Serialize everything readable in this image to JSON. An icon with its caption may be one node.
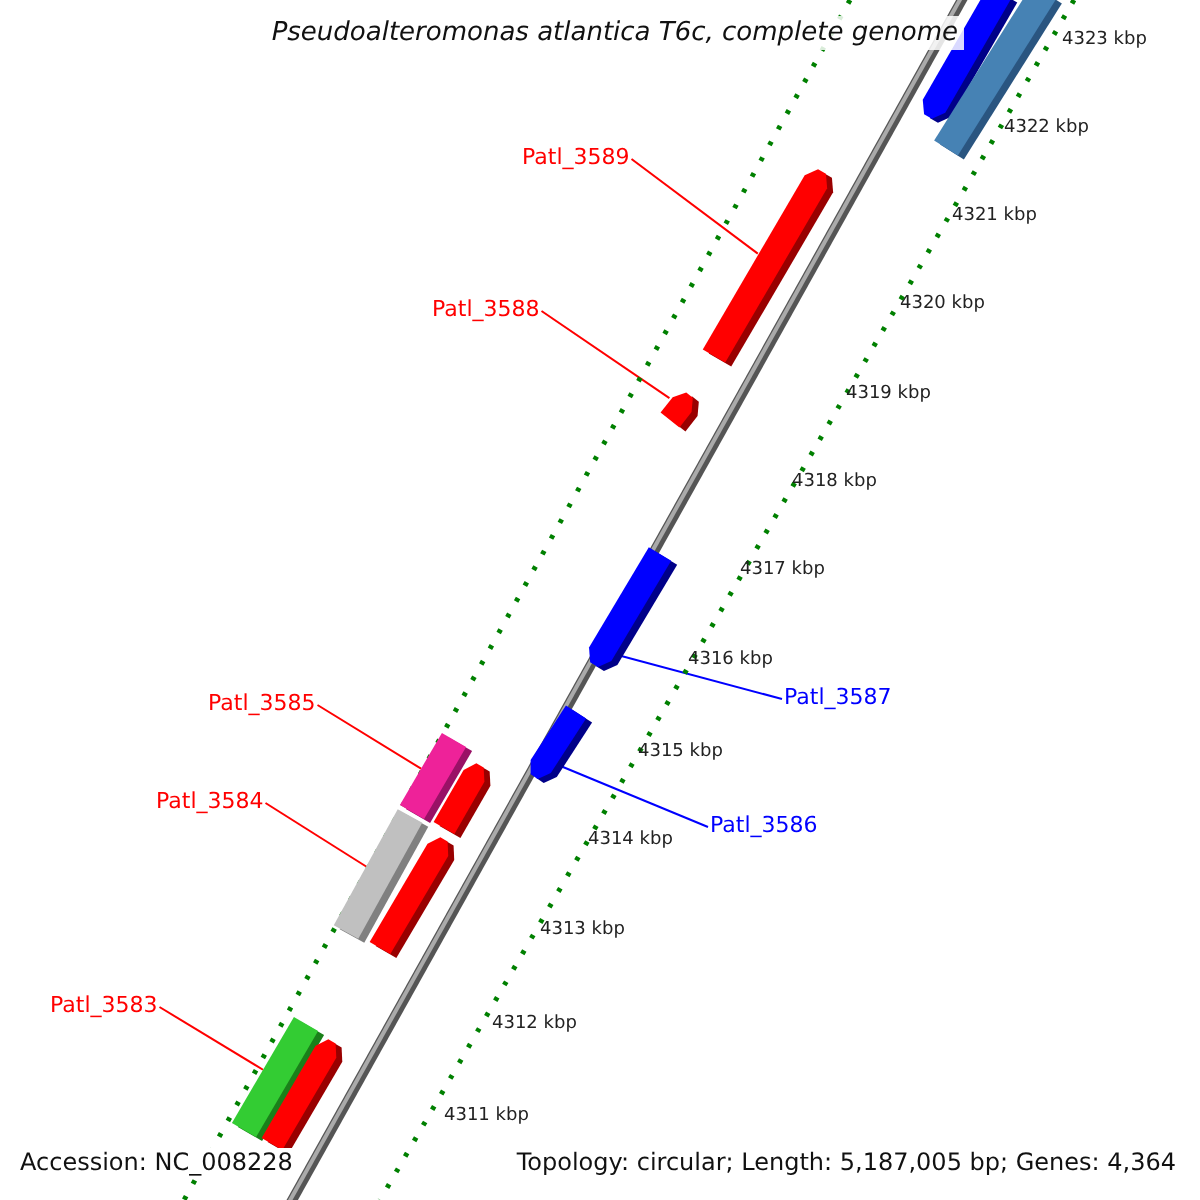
{
  "diagram": {
    "title": "Pseudoalteromonas atlantica T6c, complete genome",
    "nodes": [
      {
        "text": [
          "Patl_3589"
        ]
      },
      {
        "text": [
          "Patl_3588"
        ]
      },
      {
        "text": [
          "Patl_3587"
        ]
      },
      {
        "text": [
          "Patl_3585"
        ]
      },
      {
        "text": [
          "Patl_3584"
        ]
      },
      {
        "text": [
          "Patl_3586"
        ]
      },
      {
        "text": [
          "Patl_3583"
        ]
      },
      {
        "text": [],
        "shape": "arrow"
      },
      {
        "text": [],
        "shape": "bar"
      },
      {
        "text": [],
        "shape": "arrow"
      },
      {
        "text": [],
        "shape": "arrow"
      },
      {
        "text": [],
        "shape": "arrow"
      },
      {
        "text": [],
        "shape": "arrow"
      },
      {
        "text": [],
        "shape": "bar"
      },
      {
        "text": [],
        "shape": "arrow"
      },
      {
        "text": [],
        "shape": "bar"
      },
      {
        "text": [],
        "shape": "arrow"
      },
      {
        "text": [],
        "shape": "bar"
      },
      {
        "text": [],
        "shape": "arrow"
      }
    ],
    "edges": [
      {
        "from": 0,
        "to": 9,
        "arrow": "none"
      },
      {
        "from": 1,
        "to": 10,
        "arrow": "none"
      },
      {
        "from": 2,
        "to": 11,
        "arrow": "none",
        "color": "#0000ff"
      },
      {
        "from": 5,
        "to": 12,
        "arrow": "none",
        "color": "#0000ff"
      },
      {
        "from": 3,
        "to": 13,
        "arrow": "none"
      },
      {
        "from": 4,
        "to": 15,
        "arrow": "none"
      },
      {
        "from": 6,
        "to": 17,
        "arrow": "none"
      }
    ],
    "labels": [
      "4323 kbp",
      "4322 kbp",
      "4321 kbp",
      "4320 kbp",
      "4319 kbp",
      "4318 kbp",
      "4317 kbp",
      "4316 kbp",
      "4315 kbp",
      "4314 kbp",
      "4313 kbp",
      "4312 kbp",
      "4311 kbp",
      "Accession: NC_008228",
      "Topology: circular; Length: 5,187,005 bp; Genes: 4,364"
    ]
  }
}
